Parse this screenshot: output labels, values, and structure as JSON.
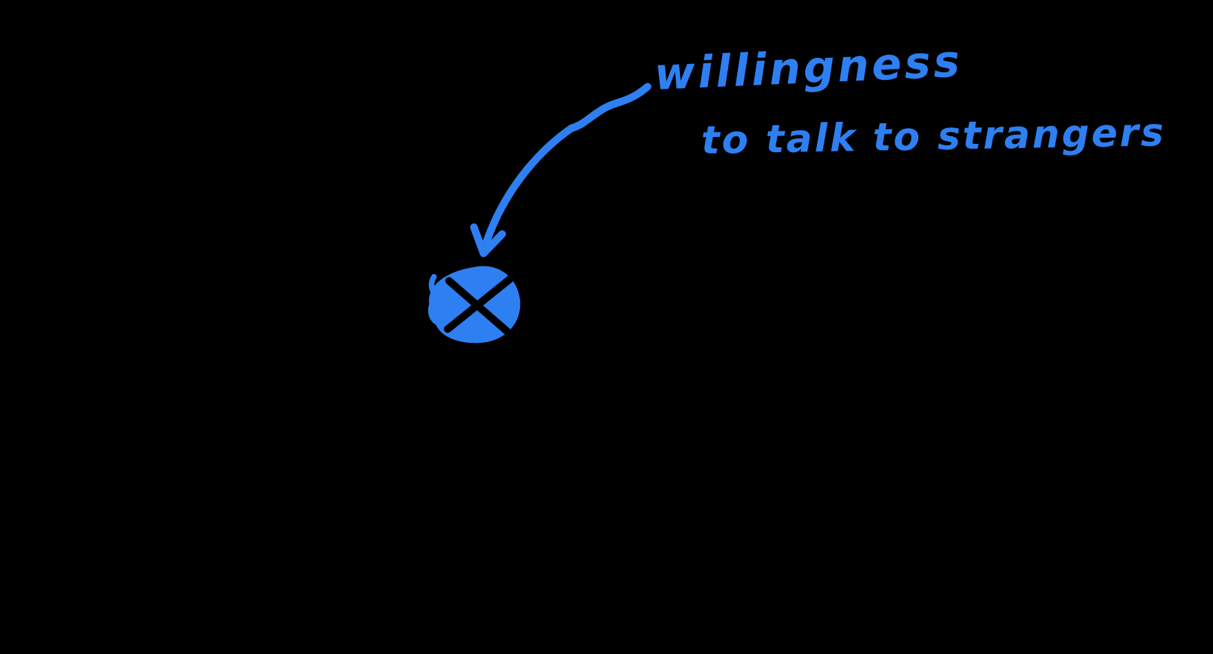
{
  "canvas": {
    "background": "#000000",
    "accent": "#2e7ff2"
  },
  "annotation": {
    "label_line1": "willingness",
    "label_line2": "to talk to strangers",
    "marker": {
      "name": "scribbled-dot-with-x",
      "fill_color": "#2e7ff2",
      "x_color": "#000000"
    },
    "arrow": {
      "name": "curved-arrow",
      "color": "#2e7ff2",
      "points_to": "scribbled-dot-with-x"
    }
  }
}
